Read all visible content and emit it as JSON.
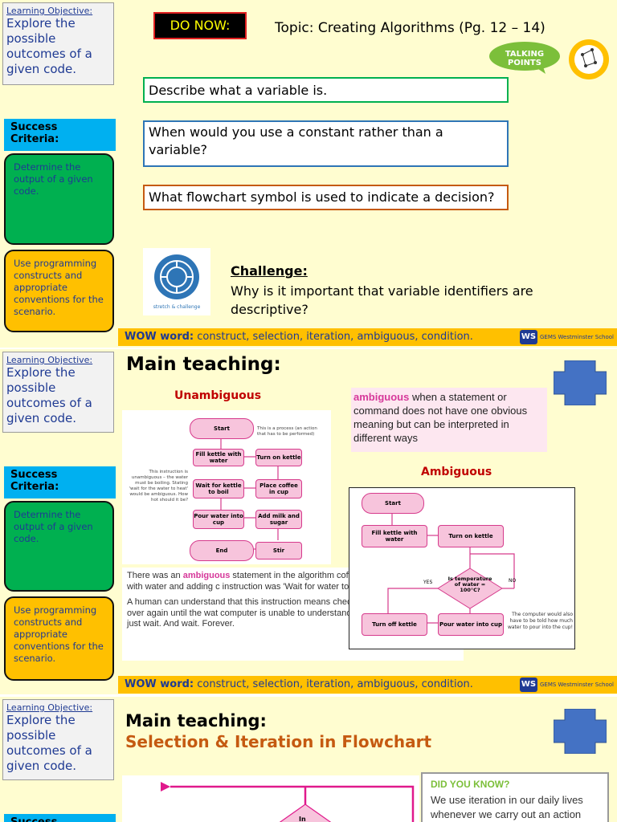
{
  "common": {
    "lo_label": "Learning Objective:",
    "lo_text": "Explore the possible outcomes of a given code.",
    "sc_title": "Success Criteria:",
    "sc_green": "Determine the output of a given code.",
    "sc_yellow": "Use programming constructs and appropriate conventions for the scenario.",
    "wow_label": "WOW word:",
    "wow_words": " construct, selection, iteration, ambiguous, condition.",
    "school_logo": "WS",
    "school_name": "GEMS Westminster School"
  },
  "slide1": {
    "do_now": "DO NOW:",
    "topic": "Topic: Creating Algorithms (Pg. 12 – 14)",
    "talking_points": "TALKING POINTS",
    "q1": "Describe what a variable is.",
    "q2": "When would you use a constant rather than a variable?",
    "q3": "What flowchart symbol is used to indicate a decision?",
    "challenge_title": "Challenge:",
    "challenge_text": "Why is it important that variable identifiers are descriptive?",
    "stretch_label": "stretch & challenge",
    "colors": {
      "do_now_bg": "#000000",
      "do_now_text": "#ffff00",
      "q1_border": "#00b050",
      "q2_border": "#2e75b6",
      "q3_border": "#c55a11"
    }
  },
  "slide2": {
    "title": "Main teaching:",
    "unambiguous_label": "Unambiguous",
    "ambiguous_label": "Ambiguous",
    "definition_word": "ambiguous",
    "definition_text": " when a statement or command does not have one obvious meaning but can be interpreted in different ways",
    "left_flow": {
      "start": "Start",
      "fill": "Fill kettle with water",
      "turn_on": "Turn on kettle",
      "wait": "Wait for kettle to boil",
      "place": "Place coffee in cup",
      "pour": "Pour water into cup",
      "milk": "Add milk and sugar",
      "end": "End",
      "stir": "Stir",
      "note_process": "This is a process (an action that has to be performed)",
      "note_unambiguous": "This instruction is unambiguous – the water must be boiling. Stating 'wait for the water to heat' would be ambiguous. How hot should it be?"
    },
    "paragraph1_start": "There was an ",
    "paragraph1_word": "ambiguous",
    "paragraph1_rest": " statement in the algorithm coffee. After filling the kettle with water and adding c instruction was 'Wait for water to boil'.",
    "paragraph2": "A human can understand that this instruction means checking the kettle over and over again until the wat computer is unable to understand an instruction like would just wait. And wait. Forever.",
    "right_flow": {
      "start": "Start",
      "fill": "Fill kettle with water",
      "turn_on": "Turn on kettle",
      "decision": "Is temperature of water = 100°C?",
      "yes": "YES",
      "no": "NO",
      "turn_off": "Turn off kettle",
      "pour": "Pour water into cup",
      "note": "The computer would also have to be told how much water to pour into the cup!"
    }
  },
  "slide3": {
    "title": "Main teaching:",
    "subtitle": "Selection & Iteration in Flowchart",
    "did_you_know_title": "DID YOU KNOW?",
    "did_you_know_text": "We use iteration in our daily lives whenever we carry out an action",
    "partial_text": "In"
  }
}
